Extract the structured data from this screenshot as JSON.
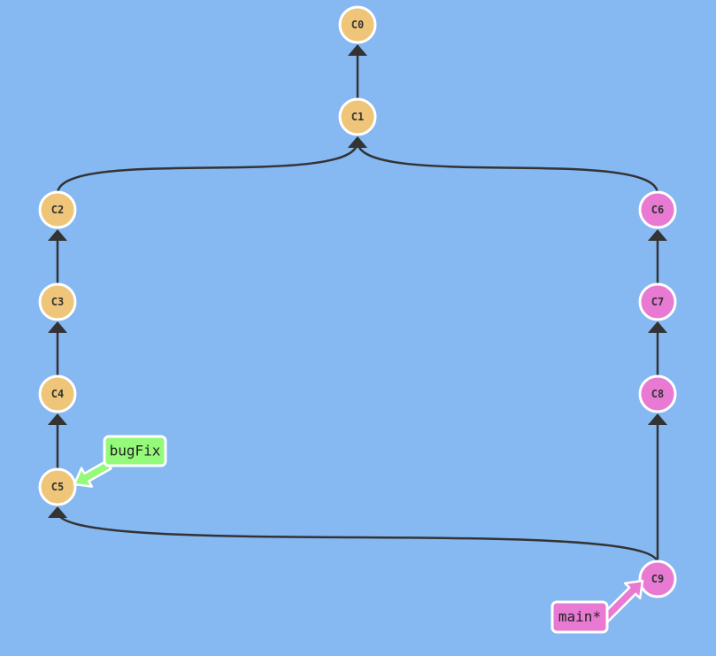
{
  "colors": {
    "background": "#86b8f2",
    "commit_default": "#efc679",
    "commit_main": "#e87ad3",
    "branch_bugfix": "#95f97a",
    "branch_main": "#e87ad3",
    "edge": "#333333",
    "outline": "#ffffff"
  },
  "commits": [
    {
      "id": "C0",
      "color": "default"
    },
    {
      "id": "C1",
      "color": "default"
    },
    {
      "id": "C2",
      "color": "default"
    },
    {
      "id": "C3",
      "color": "default"
    },
    {
      "id": "C4",
      "color": "default"
    },
    {
      "id": "C5",
      "color": "default"
    },
    {
      "id": "C6",
      "color": "main"
    },
    {
      "id": "C7",
      "color": "main"
    },
    {
      "id": "C8",
      "color": "main"
    },
    {
      "id": "C9",
      "color": "main"
    }
  ],
  "edges": [
    {
      "from": "C1",
      "to": "C0"
    },
    {
      "from": "C2",
      "to": "C1"
    },
    {
      "from": "C6",
      "to": "C1"
    },
    {
      "from": "C3",
      "to": "C2"
    },
    {
      "from": "C4",
      "to": "C3"
    },
    {
      "from": "C5",
      "to": "C4"
    },
    {
      "from": "C7",
      "to": "C6"
    },
    {
      "from": "C8",
      "to": "C7"
    },
    {
      "from": "C9",
      "to": "C8"
    },
    {
      "from": "C9",
      "to": "C5"
    }
  ],
  "branches": [
    {
      "name": "bugFix",
      "target": "C5",
      "color": "bugfix"
    },
    {
      "name": "main*",
      "target": "C9",
      "color": "main"
    }
  ]
}
